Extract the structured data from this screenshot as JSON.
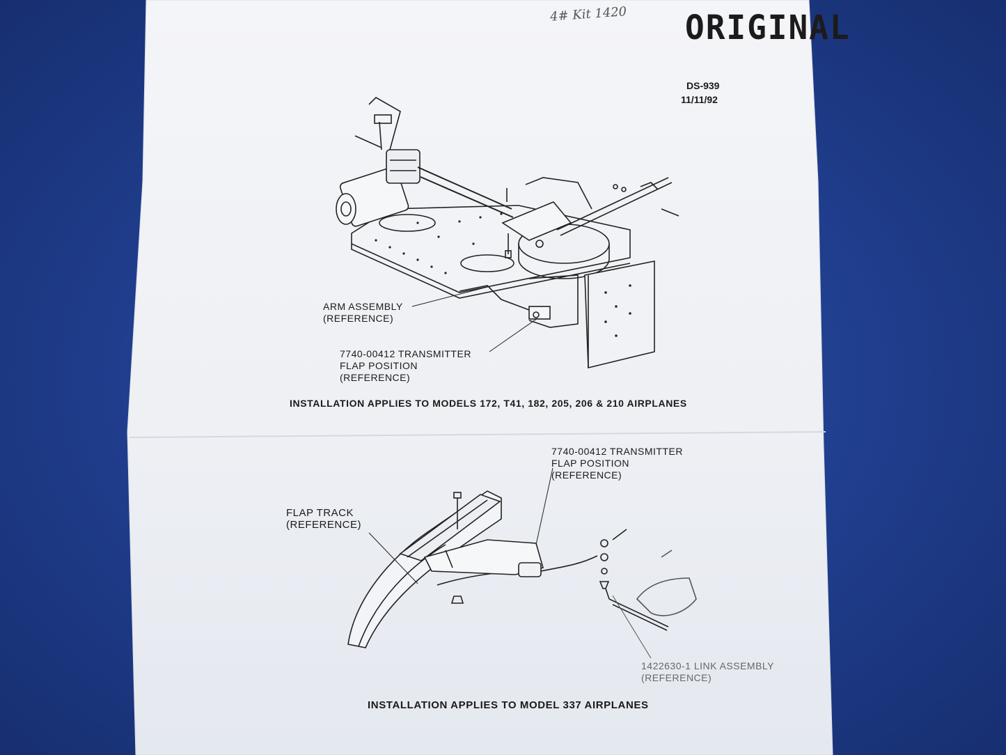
{
  "stamp": "ORIGINAL",
  "handwritten_note": "4# Kit 1420",
  "doc": {
    "number": "DS-939",
    "date": "11/11/92"
  },
  "top_figure": {
    "labels": {
      "arm_line1": "ARM ASSEMBLY",
      "arm_line2": "(REFERENCE)",
      "transmitter_line1": "7740-00412 TRANSMITTER",
      "transmitter_line2": "FLAP POSITION",
      "transmitter_line3": "(REFERENCE)"
    },
    "caption": "INSTALLATION APPLIES TO MODELS 172, T41, 182, 205, 206 & 210 AIRPLANES"
  },
  "bottom_figure": {
    "labels": {
      "transmitter_line1": "7740-00412 TRANSMITTER",
      "transmitter_line2": "FLAP POSITION",
      "transmitter_line3": "(REFERENCE)",
      "flap_line1": "FLAP TRACK",
      "flap_line2": "(REFERENCE)",
      "link_line1": "1422630-1 LINK ASSEMBLY",
      "link_line2": "(REFERENCE)"
    },
    "caption": "INSTALLATION APPLIES TO MODEL 337 AIRPLANES"
  },
  "colors": {
    "paper": "#f3f4f6",
    "ink": "#1a1a1a",
    "background": "#1f3d8c"
  }
}
